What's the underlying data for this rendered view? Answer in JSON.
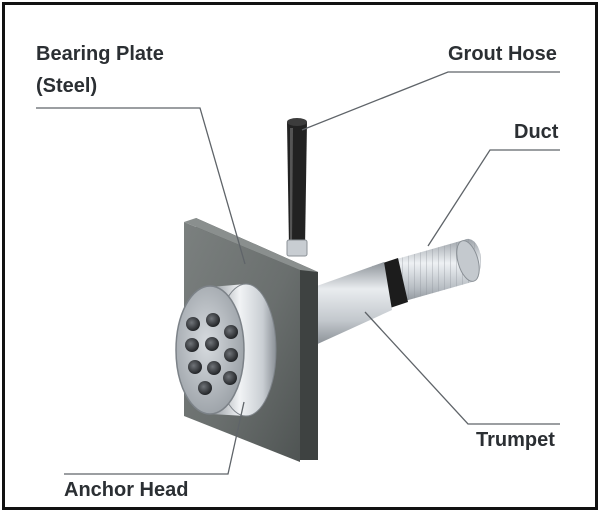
{
  "labels": {
    "bearing_plate": "Bearing Plate",
    "bearing_plate_material": "(Steel)",
    "grout_hose": "Grout Hose",
    "duct": "Duct",
    "trumpet": "Trumpet",
    "anchor_head": "Anchor Head"
  },
  "colors": {
    "label_text": "#2b2f33",
    "leader_line": "#5f6469",
    "frame_border": "#111111",
    "plate": "#6e7372",
    "hose": "#222222",
    "duct_band": "#1c1c1c"
  }
}
